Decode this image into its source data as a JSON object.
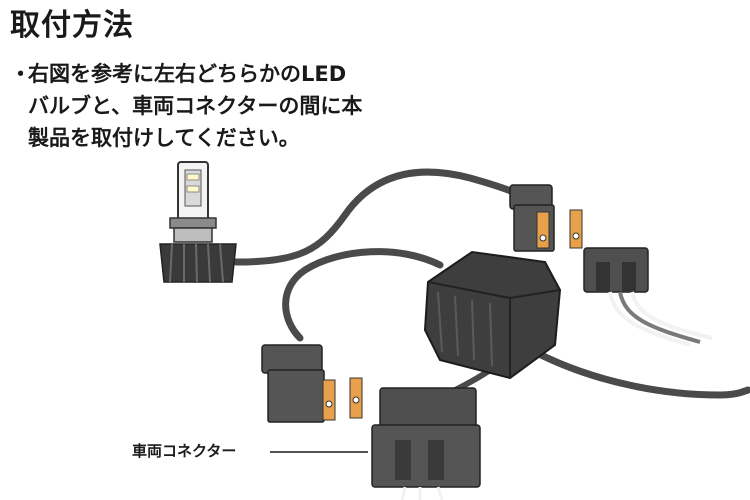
{
  "page": {
    "title": "取付方法",
    "bullet_mark": "・",
    "instruction": "右図を参考に左右どちらかのLED\nバルブと、車両コネクターの間に本\n製品を取付けしてください。",
    "callout_label": "車両コネクター"
  },
  "colors": {
    "text": "#1a1a1a",
    "cable": "#4a4a4a",
    "plug": "#555555",
    "bulb_fins": "#3a3a3a"
  },
  "icons": [
    "led-bulb-icon",
    "h4-plug-icon",
    "driver-box-icon",
    "vehicle-connector-icon"
  ]
}
